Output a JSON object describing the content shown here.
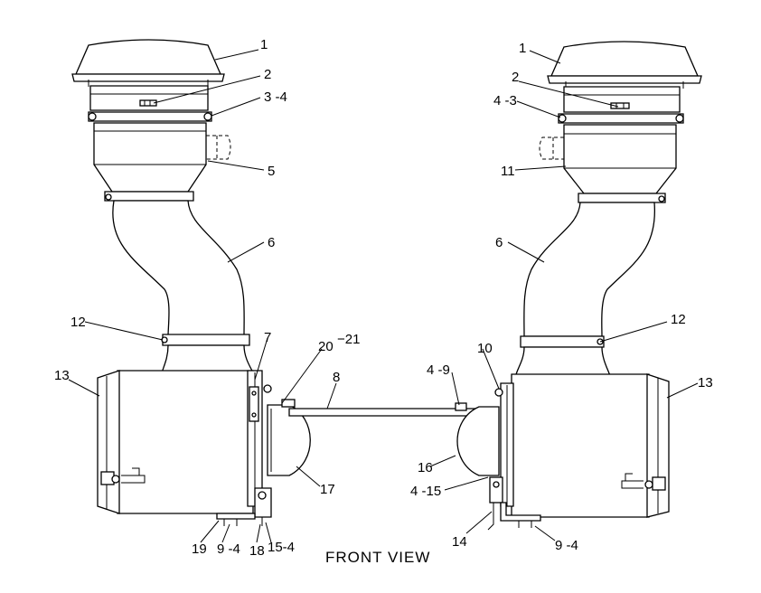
{
  "caption": "FRONT VIEW",
  "labels": {
    "l_1": "1",
    "l_2": "2",
    "l_3_4": "3 -4",
    "l_5": "5",
    "l_6": "6",
    "l_12": "12",
    "l_13": "13",
    "l_7": "7",
    "l_20_21a": "20",
    "l_20_21b": "−21",
    "l_8": "8",
    "l_17": "17",
    "l_19": "19",
    "l_9_4": "9 -4",
    "l_18": "18",
    "l_15_4": "15-4",
    "r_1": "1",
    "r_2": "2",
    "r_4_3": "4 -3",
    "r_11": "11",
    "r_6": "6",
    "r_12": "12",
    "r_10": "10",
    "r_4_9": "4 -9",
    "r_13": "13",
    "r_16": "16",
    "r_4_15": "4 -15",
    "r_14": "14",
    "r_9_4": "9 -4"
  }
}
